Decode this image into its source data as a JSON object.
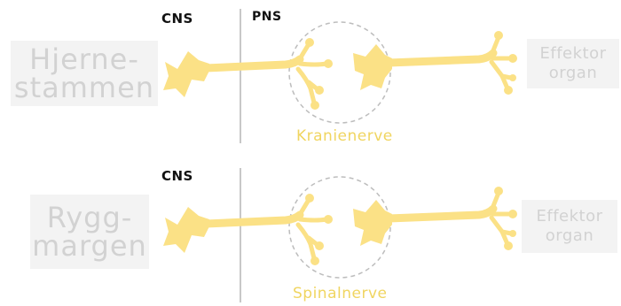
{
  "rows": [
    {
      "cns_label": "CNS",
      "pns_label": "PNS",
      "origin_line1": "Hjerne-",
      "origin_line2": "stammen",
      "effector_line1": "Effektor",
      "effector_line2": "organ",
      "nerve_label": "Kranienerve"
    },
    {
      "cns_label": "CNS",
      "origin_line1": "Rygg-",
      "origin_line2": "margen",
      "effector_line1": "Effektor",
      "effector_line2": "organ",
      "nerve_label": "Spinalnerve"
    }
  ],
  "colors": {
    "neuron": "#fbe186",
    "circle": "#bdbdbd",
    "divider": "#c8c8c8",
    "box_bg": "#f3f3f3",
    "box_text": "#d2d2d2",
    "label": "#f0d560"
  }
}
